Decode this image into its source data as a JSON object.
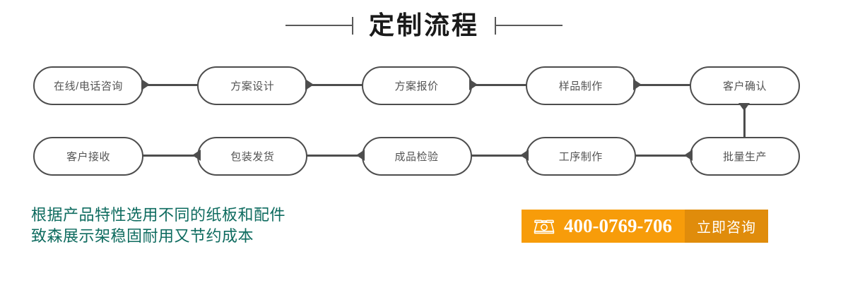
{
  "section": {
    "title": "定制流程"
  },
  "flow": {
    "row_1": [
      {
        "label": "在线/电话咨询",
        "name": "flow-node-online-phone-consult"
      },
      {
        "label": "方案设计",
        "name": "flow-node-scheme-design"
      },
      {
        "label": "方案报价",
        "name": "flow-node-scheme-quote"
      },
      {
        "label": "样品制作",
        "name": "flow-node-sample-making"
      },
      {
        "label": "客户确认",
        "name": "flow-node-customer-confirm"
      }
    ],
    "row_2": [
      {
        "label": "客户接收",
        "name": "flow-node-customer-receive"
      },
      {
        "label": "包装发货",
        "name": "flow-node-packing-shipping"
      },
      {
        "label": "成品检验",
        "name": "flow-node-finished-inspection"
      },
      {
        "label": "工序制作",
        "name": "flow-node-process-production"
      },
      {
        "label": "批量生产",
        "name": "flow-node-mass-production"
      }
    ],
    "border_color": "#4d4d4d",
    "text_color": "#545454"
  },
  "tagline": {
    "line_1": "根据产品特性选用不同的纸板和配件",
    "line_2": "致森展示架稳固耐用又节约成本",
    "color": "#0e6b5f"
  },
  "cta": {
    "phone_icon": "telephone-icon",
    "phone_number": "400-0769-706",
    "button_label": "立即咨询",
    "phone_bg": "#f79c0a",
    "button_bg": "#e08c0b"
  }
}
